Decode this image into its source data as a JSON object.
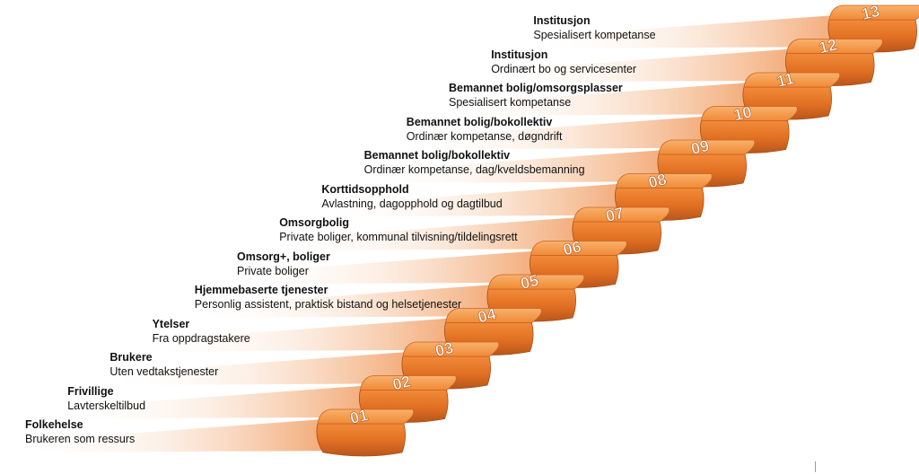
{
  "colors": {
    "step": "#ef7f2c",
    "step_dark": "#b5521c",
    "step_light": "#f8ae69",
    "number": "#ffffff",
    "band": "#f2a370"
  },
  "steps": [
    {
      "number": "01",
      "title": "Folkehelse",
      "subtitle": "Brukeren som ressurs"
    },
    {
      "number": "02",
      "title": "Frivillige",
      "subtitle": "Lavterskeltilbud"
    },
    {
      "number": "03",
      "title": "Brukere",
      "subtitle": "Uten vedtakstjenester"
    },
    {
      "number": "04",
      "title": "Ytelser",
      "subtitle": "Fra oppdragstakere"
    },
    {
      "number": "05",
      "title": "Hjemmebaserte tjenester",
      "subtitle": "Personlig assistent, praktisk bistand og helsetjenester"
    },
    {
      "number": "06",
      "title": "Omsorg+, boliger",
      "subtitle": "Private boliger"
    },
    {
      "number": "07",
      "title": "Omsorgbolig",
      "subtitle": "Private boliger, kommunal tilvisning/tildelingsrett"
    },
    {
      "number": "08",
      "title": "Korttidsopphold",
      "subtitle": "Avlastning, dagopphold og dagtilbud"
    },
    {
      "number": "09",
      "title": "Bemannet bolig/bokollektiv",
      "subtitle": "Ordinær kompetanse, dag/kveldsbemanning"
    },
    {
      "number": "10",
      "title": "Bemannet bolig/bokollektiv",
      "subtitle": "Ordinær kompetanse, døgndrift"
    },
    {
      "number": "11",
      "title": "Bemannet bolig/omsorgsplasser",
      "subtitle": "Spesialisert kompetanse"
    },
    {
      "number": "12",
      "title": "Institusjon",
      "subtitle": "Ordinært bo og servicesenter"
    },
    {
      "number": "13",
      "title": "Institusjon",
      "subtitle": "Spesialisert kompetanse"
    }
  ]
}
